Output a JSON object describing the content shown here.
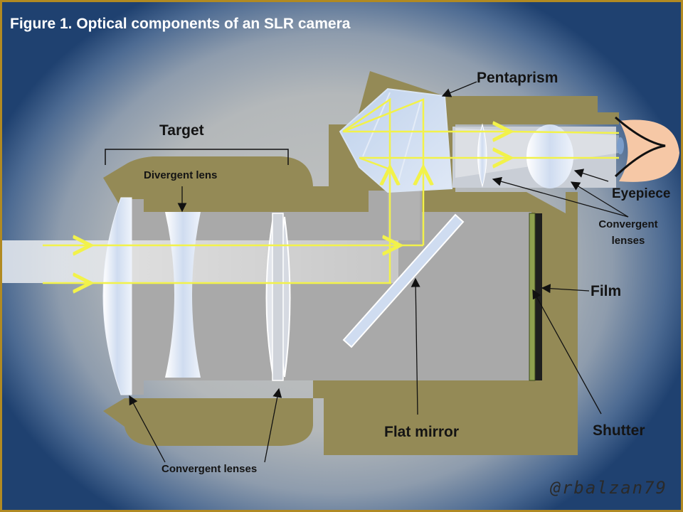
{
  "figure": {
    "title": "Figure 1. Optical components of an SLR camera",
    "signature": "@rbalzan79"
  },
  "labels": {
    "pentaprism": "Pentaprism",
    "target": "Target",
    "divergent_lens": "Divergent lens",
    "eyepiece": "Eyepiece",
    "convergent_lenses_right_1": "Convergent",
    "convergent_lenses_right_2": "lenses",
    "film": "Film",
    "flat_mirror": "Flat mirror",
    "shutter": "Shutter",
    "convergent_lenses_bottom": "Convergent lenses"
  },
  "colors": {
    "camera_body": "#948a56",
    "inner": "#a9a9a9",
    "light_ray": "#f2f24a",
    "film": "#8fa04f",
    "eye": "#f6c8a6"
  }
}
